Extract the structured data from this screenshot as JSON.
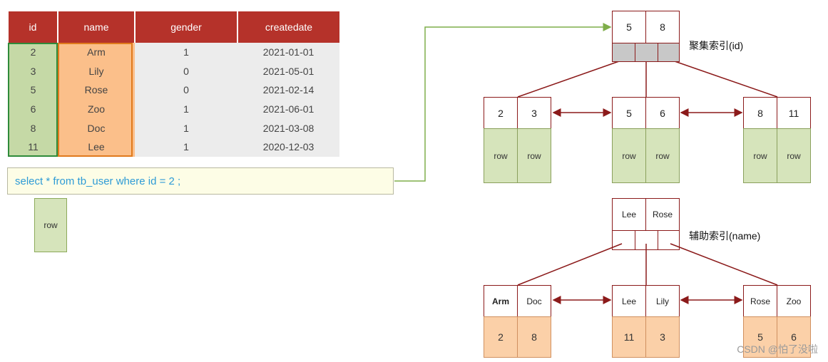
{
  "table": {
    "headers": [
      "id",
      "name",
      "gender",
      "createdate"
    ],
    "rows": [
      [
        "2",
        "Arm",
        "1",
        "2021-01-01"
      ],
      [
        "3",
        "Lily",
        "0",
        "2021-05-01"
      ],
      [
        "5",
        "Rose",
        "0",
        "2021-02-14"
      ],
      [
        "6",
        "Zoo",
        "1",
        "2021-06-01"
      ],
      [
        "8",
        "Doc",
        "1",
        "2021-03-08"
      ],
      [
        "11",
        "Lee",
        "1",
        "2020-12-03"
      ]
    ]
  },
  "query": "select * from tb_user where id = 2 ;",
  "result_row": "row",
  "clustered": {
    "label": "聚集索引(id)",
    "root": [
      "5",
      "8"
    ],
    "leaves": [
      [
        "2",
        "3"
      ],
      [
        "5",
        "6"
      ],
      [
        "8",
        "11"
      ]
    ],
    "leaf_value": "row"
  },
  "secondary": {
    "label": "辅助索引(name)",
    "root": [
      "Lee",
      "Rose"
    ],
    "leaves": [
      [
        "Arm",
        "Doc"
      ],
      [
        "Lee",
        "Lily"
      ],
      [
        "Rose",
        "Zoo"
      ]
    ],
    "leaf_values": [
      [
        "2",
        "8"
      ],
      [
        "11",
        "3"
      ],
      [
        "5",
        "6"
      ]
    ]
  },
  "watermark": "CSDN @怕了没啦",
  "colors": {
    "header": "#b5322a",
    "node_border": "#8b1a1a",
    "green": "#d6e4bb",
    "orange": "#fbd0a8",
    "arrow_green": "#7fae4a",
    "query_text": "#2e9bd6"
  }
}
